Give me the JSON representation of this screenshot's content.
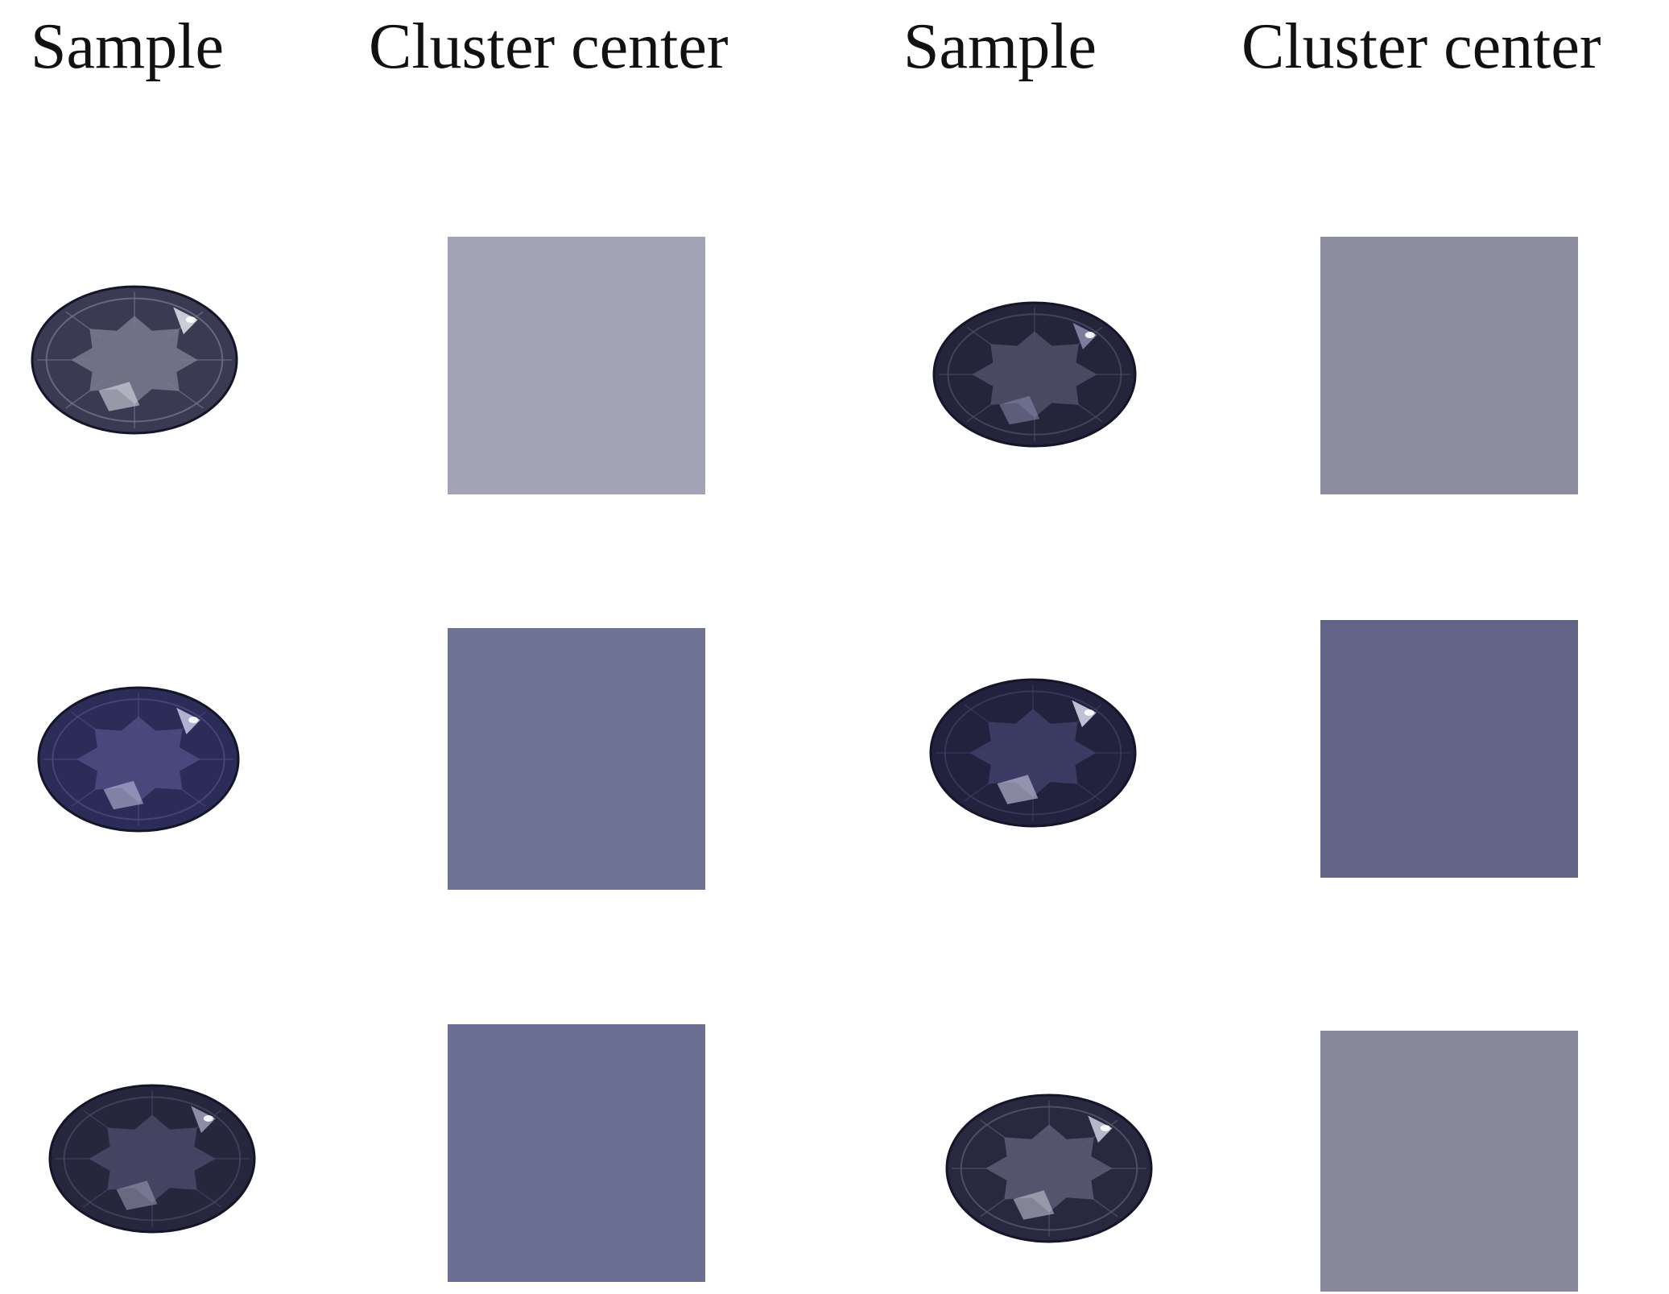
{
  "headers": {
    "col1": "Sample",
    "col2": "Cluster center",
    "col3": "Sample",
    "col4": "Cluster center"
  },
  "cluster_centers": [
    {
      "position": "left-row-1",
      "color": "#a2a3b5"
    },
    {
      "position": "left-row-2",
      "color": "#6e7293"
    },
    {
      "position": "left-row-3",
      "color": "#6c6f94"
    },
    {
      "position": "right-row-1",
      "color": "#8b8c9e"
    },
    {
      "position": "right-row-2",
      "color": "#626486"
    },
    {
      "position": "right-row-3",
      "color": "#878899"
    }
  ],
  "samples": [
    {
      "position": "left-row-1",
      "body_color": "#3a3a52",
      "facet_color": "#7b7b8e",
      "highlight_color": "#e6e6ee"
    },
    {
      "position": "left-row-2",
      "body_color": "#2c2c58",
      "facet_color": "#4e4e82",
      "highlight_color": "#c8c8e6"
    },
    {
      "position": "left-row-3",
      "body_color": "#26263c",
      "facet_color": "#4a4a68",
      "highlight_color": "#a0a0bc"
    },
    {
      "position": "right-row-1",
      "body_color": "#24243a",
      "facet_color": "#50506a",
      "highlight_color": "#8c8cb0"
    },
    {
      "position": "right-row-2",
      "body_color": "#22223e",
      "facet_color": "#3e3e68",
      "highlight_color": "#dcdcf0"
    },
    {
      "position": "right-row-3",
      "body_color": "#28283e",
      "facet_color": "#5c5c74",
      "highlight_color": "#d0d0e0"
    }
  ]
}
